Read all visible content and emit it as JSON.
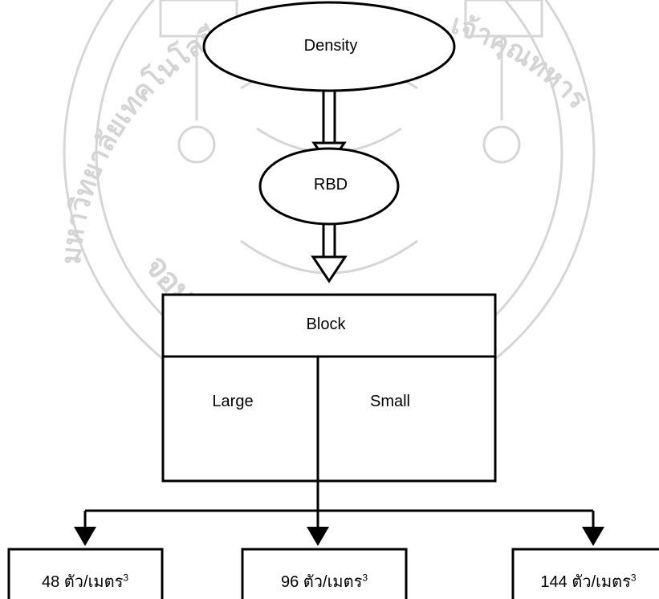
{
  "diagram": {
    "ellipse_top": "Density",
    "ellipse_mid": "RBD",
    "block": {
      "title": "Block",
      "left_label": "Large",
      "right_label": "Small"
    },
    "leaves": [
      {
        "value": "48",
        "unit": "ตัว/เมตร",
        "exp": "3"
      },
      {
        "value": "96",
        "unit": "ตัว/เมตร",
        "exp": "3"
      },
      {
        "value": "144",
        "unit": "ตัว/เมตร",
        "exp": "3"
      }
    ]
  },
  "watermark": {
    "left_arc": "มหาวิทยาลัยเทคโนโลยีพระจอมเกล้า",
    "right_arc": "เจ้าคุณทหาร",
    "bottom_arc": "จอมเกล้าเจ้าคุณ",
    "color": "#d4d4d4"
  }
}
